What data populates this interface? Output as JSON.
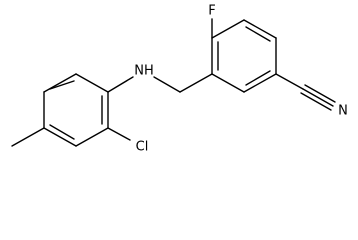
{
  "molecule": {
    "atoms": {
      "fluorine": "F",
      "amine": "NH",
      "chlorine": "Cl",
      "nitrile_nitrogen": "N"
    }
  },
  "colors": {
    "background": "#ffffff",
    "ink": "#000000"
  }
}
